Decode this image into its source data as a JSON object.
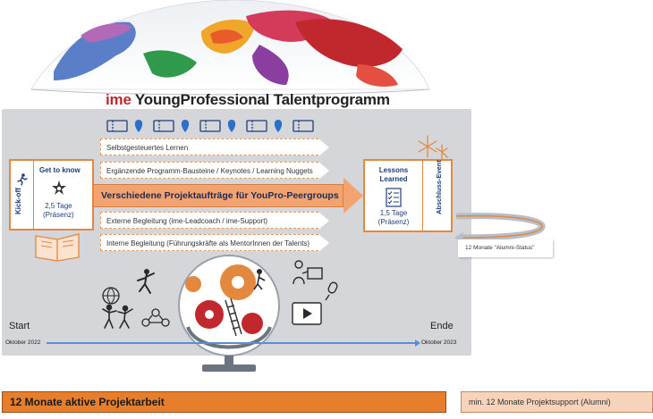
{
  "header": {
    "brand": "ime",
    "title": "YoungProfessional Talentprogramm"
  },
  "program_steps": [
    "Selbstgesteuertes Lernen",
    "Ergänzende Programm-Bausteine / Keynotes / Learning Nuggets",
    "Verschiedene Projektaufträge für YouPro-Peergroups",
    "Externe Begleitung (ime-Leadcoach / ime-Support)",
    "Interne Begleitung (Führungskräfte als MentorInnen der Talents)"
  ],
  "kickoff": {
    "label": "Kick-off",
    "title": "Get to know",
    "duration": "2,5 Tage",
    "mode": "(Präsenz)"
  },
  "lessons": {
    "title_line1": "Lessons",
    "title_line2": "Learned",
    "duration": "1,5 Tage",
    "mode": "(Präsenz)"
  },
  "abschluss": {
    "label": "Abschluss-Event"
  },
  "alumni": {
    "status": "12 Monate \"Alumni-Status\""
  },
  "timeline": {
    "start_label": "Start",
    "end_label": "Ende",
    "start_date": "Oktober 2022",
    "end_date": "Oktober 2023"
  },
  "footer": {
    "left": "12 Monate aktive Projektarbeit",
    "right": "min. 12 Monate Projektsupport (Alumni)"
  },
  "icons": [
    "globe-map-icon",
    "ticket-icon",
    "location-pin-icon",
    "running-person-icon",
    "team-star-icon",
    "book-icon",
    "checklist-icon",
    "fireworks-icon",
    "gears-globe-icon",
    "presenter-icon",
    "play-button-icon",
    "network-icon",
    "microphone-icon"
  ],
  "colors": {
    "accent_orange": "#e67e2c",
    "light_orange": "#f2a36f",
    "brand_red": "#c0282e",
    "navy": "#1d3f7a",
    "canvas_grey": "#d4d6da",
    "timeline_blue": "#5a8fd6"
  }
}
